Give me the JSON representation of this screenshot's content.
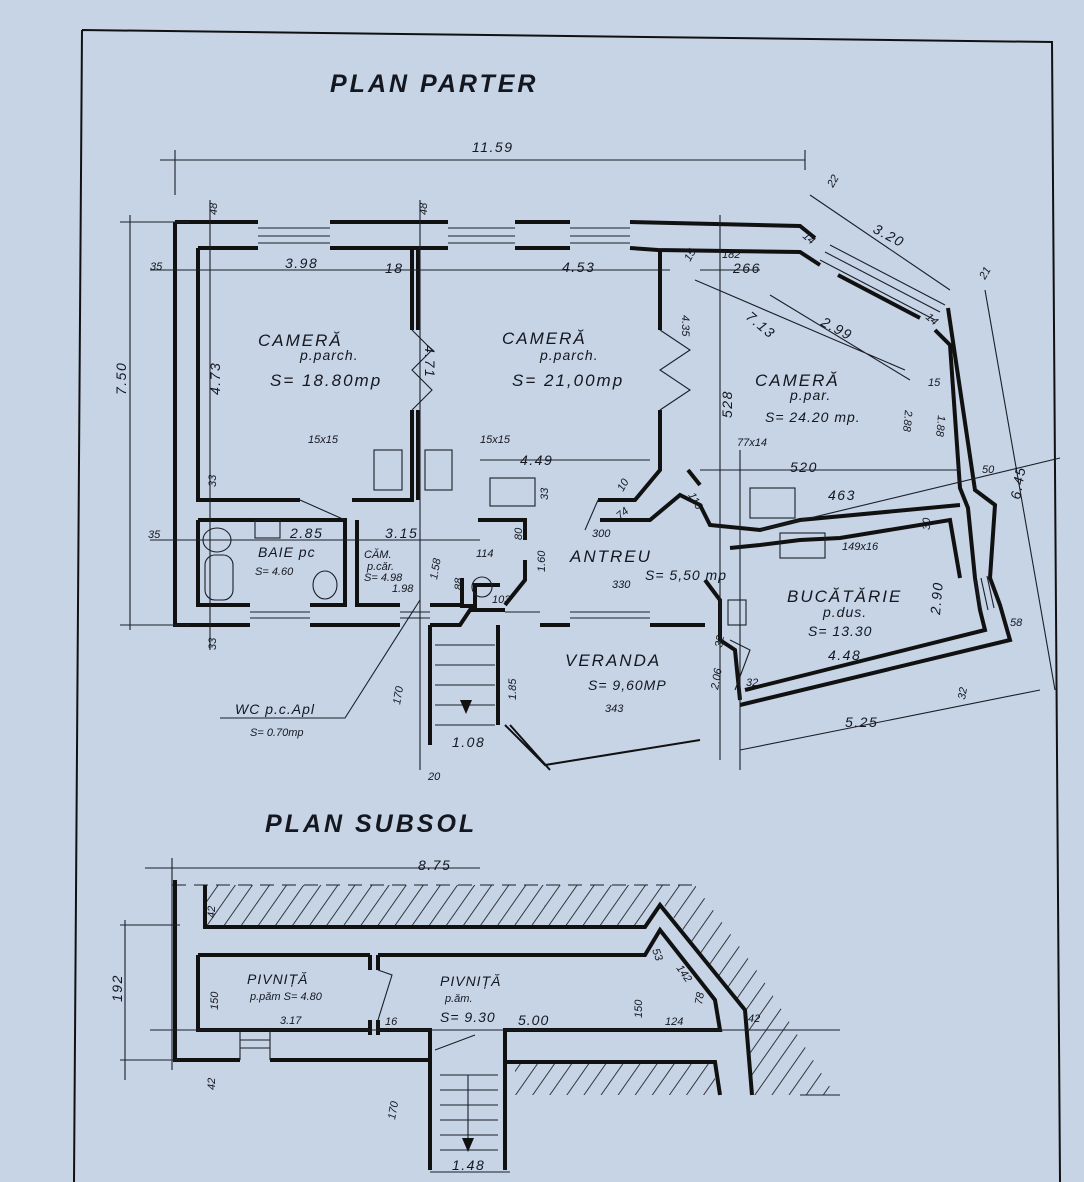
{
  "titles": {
    "ground_floor": "PLAN PARTER",
    "basement": "PLAN SUBSOL"
  },
  "ground_rooms": {
    "camera1": {
      "name": "CAMERĂ",
      "floor": "p.parch.",
      "area": "S= 18.80mp"
    },
    "camera2": {
      "name": "CAMERĂ",
      "floor": "p.parch.",
      "area": "S= 21,00mp"
    },
    "camera3": {
      "name": "CAMERĂ",
      "floor": "p.par.",
      "area": "S= 24.20 mp."
    },
    "baie": {
      "name": "BAIE pc",
      "area": "S= 4.60"
    },
    "camara": {
      "name": "CĂM.",
      "floor": "p.căr.",
      "area": "S= 4.98"
    },
    "antreu": {
      "name": "ANTREU",
      "area": "S= 5,50 mp"
    },
    "veranda": {
      "name": "VERANDA",
      "area": "S= 9,60MP"
    },
    "bucatarie": {
      "name": "BUCĂTĂRIE",
      "floor": "p.dus.",
      "area": "S= 13.30"
    },
    "wc": {
      "name": "WC p.c.Apl",
      "area": "S= 0.70mp"
    }
  },
  "ground_dims": {
    "overall_width": "11.59",
    "overall_height": "7.50",
    "d48a": "48",
    "d48b": "48",
    "d35a": "35",
    "d35b": "35",
    "d398": "3.98",
    "d18": "18",
    "d453": "4.53",
    "d473": "4.73",
    "d471": "4.71",
    "d33a": "33",
    "d33b": "33",
    "d15x15a": "15x15",
    "d15x15b": "15x15",
    "d449": "4.49",
    "d435": "4.35",
    "d528": "528",
    "d520": "520",
    "d77x14": "77x14",
    "d713": "7.13",
    "d299": "2.99",
    "d320": "3.20",
    "d22": "22",
    "d21": "21",
    "d14a": "14",
    "d14b": "14",
    "d182": "182",
    "d266": "266",
    "d15a": "15",
    "d15b": "15",
    "d288": "2.88",
    "d188": "1.88",
    "d645": "6.45",
    "d50": "50",
    "d463": "463",
    "d149x16": "149x16",
    "d30": "30",
    "d290": "2.90",
    "d58": "58",
    "d448": "4.48",
    "d525": "5.25",
    "d32a": "32",
    "d32b": "32",
    "d32c": "32",
    "d206": "2.06",
    "d285": "2.85",
    "d315": "3.15",
    "d158": "1.58",
    "d198": "1.98",
    "d114": "114",
    "d88": "88",
    "d103": "103",
    "d80": "80",
    "d160": "1.60",
    "d300": "300",
    "d330": "330",
    "d343": "343",
    "d74": "74",
    "d116": "116",
    "d10": "10",
    "d170": "170",
    "d185": "1.85",
    "d108": "1.08",
    "d20": "20",
    "d33c": "33"
  },
  "basement_rooms": {
    "pivnita1": {
      "name": "PIVNIȚĂ",
      "detail": "p.păm S= 4.80"
    },
    "pivnita2": {
      "name": "PIVNIȚĂ",
      "floor": "p.ăm.",
      "area": "S= 9.30"
    }
  },
  "basement_dims": {
    "width": "8.75",
    "d42a": "42",
    "d192": "192",
    "d150a": "150",
    "d317": "3.17",
    "d16": "16",
    "d500": "5.00",
    "d150b": "150",
    "d53": "53",
    "d142": "142",
    "d124": "124",
    "d78": "78",
    "d42b": "42",
    "d42c": "42",
    "d170": "170",
    "d148": "1.48"
  },
  "colors": {
    "paper": "#c6d4e6",
    "ink": "#14171f"
  }
}
